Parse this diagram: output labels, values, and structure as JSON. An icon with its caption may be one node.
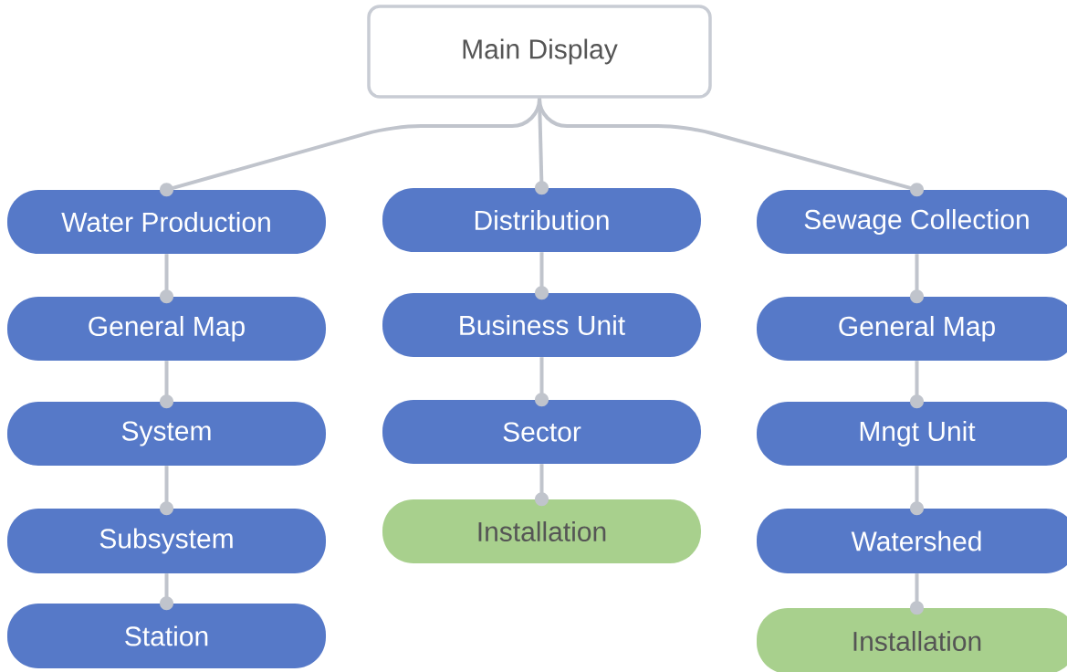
{
  "diagram": {
    "nodes": [
      {
        "text": [
          "Main Display"
        ]
      },
      {
        "text": [
          "Water Production"
        ]
      },
      {
        "text": [
          "General Map"
        ]
      },
      {
        "text": [
          "System"
        ]
      },
      {
        "text": [
          "Subsystem"
        ]
      },
      {
        "text": [
          "Station"
        ]
      },
      {
        "text": [
          "Distribution"
        ]
      },
      {
        "text": [
          "Business Unit"
        ]
      },
      {
        "text": [
          "Sector"
        ]
      },
      {
        "text": [
          "Installation"
        ]
      },
      {
        "text": [
          "Sewage Collection"
        ]
      },
      {
        "text": [
          "General Map"
        ]
      },
      {
        "text": [
          "Mngt Unit"
        ]
      },
      {
        "text": [
          "Watershed"
        ]
      },
      {
        "text": [
          "Installation"
        ]
      }
    ],
    "edges": [
      {
        "from": 0,
        "to": 1,
        "arrow": "other"
      },
      {
        "from": 0,
        "to": 6,
        "arrow": "other"
      },
      {
        "from": 0,
        "to": 10,
        "arrow": "other"
      },
      {
        "from": 1,
        "to": 2,
        "arrow": "other"
      },
      {
        "from": 2,
        "to": 3,
        "arrow": "other"
      },
      {
        "from": 3,
        "to": 4,
        "arrow": "other"
      },
      {
        "from": 4,
        "to": 5,
        "arrow": "other"
      },
      {
        "from": 6,
        "to": 7,
        "arrow": "other"
      },
      {
        "from": 7,
        "to": 8,
        "arrow": "other"
      },
      {
        "from": 8,
        "to": 9,
        "arrow": "other"
      },
      {
        "from": 10,
        "to": 11,
        "arrow": "other"
      },
      {
        "from": 11,
        "to": 12,
        "arrow": "other"
      },
      {
        "from": 12,
        "to": 13,
        "arrow": "other"
      },
      {
        "from": 13,
        "to": 14,
        "arrow": "other"
      }
    ]
  }
}
